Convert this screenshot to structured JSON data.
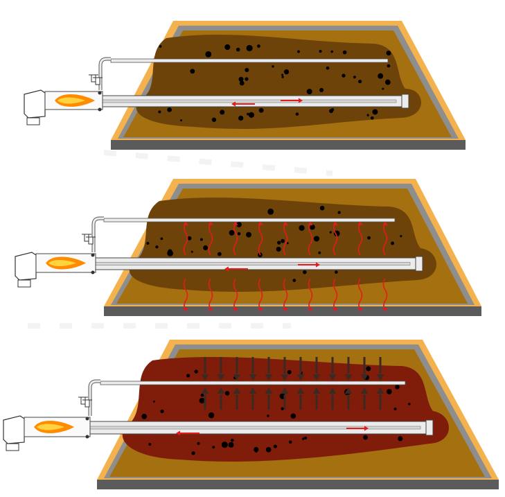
{
  "diagram": {
    "panels": [
      {
        "id": "panel-1",
        "stage": "heating-initial",
        "flame": true,
        "flow_arrows": true,
        "heat_waves": false,
        "vapor_arrows": false
      },
      {
        "id": "panel-2",
        "stage": "heat-radiating",
        "flame": true,
        "flow_arrows": true,
        "heat_waves": true,
        "vapor_arrows": false
      },
      {
        "id": "panel-3",
        "stage": "vapor-extraction",
        "flame": true,
        "flow_arrows": true,
        "heat_waves": false,
        "vapor_arrows": true
      }
    ],
    "colors": {
      "frame_orange": "#f3b24e",
      "frame_gray": "#8e8e8e",
      "base_dark": "#5b5b5b",
      "soil_light": "#a5700f",
      "soil_dark": "#6e4309",
      "soil_heated_red": "#7f1c0a",
      "pipe_fill": "#ececec",
      "flame_orange": "#ff8c00",
      "flame_yellow": "#ffd23f",
      "arrow_red": "#e41b1b",
      "arrow_dark": "#3a2a22",
      "contaminant_dot": "#000000"
    },
    "icons": [
      "burner-unit-icon",
      "flame-icon",
      "valve-icon",
      "heater-pipe-icon",
      "vapor-pipe-icon"
    ]
  }
}
